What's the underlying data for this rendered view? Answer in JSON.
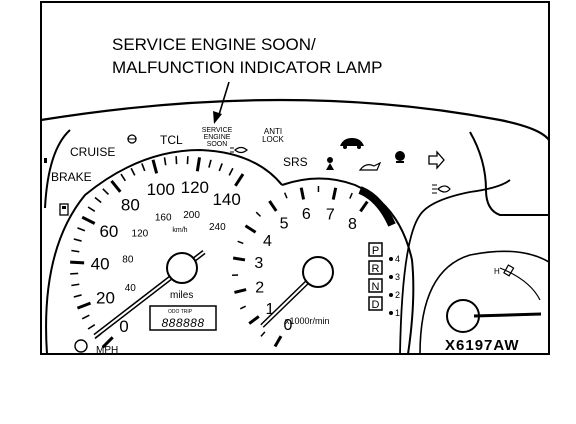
{
  "callout": {
    "line1": "SERVICE ENGINE SOON/",
    "line2": "MALFUNCTION INDICATOR LAMP"
  },
  "indicators": {
    "cruise": "CRUISE",
    "brake": "BRAKE",
    "tcl": "TCL",
    "service_engine_soon": [
      "SERVICE",
      "ENGINE",
      "SOON"
    ],
    "anti_lock": [
      "ANTI",
      "LOCK"
    ],
    "srs": "SRS"
  },
  "speedometer": {
    "mph_labels": [
      "0",
      "20",
      "40",
      "60",
      "80",
      "100",
      "120",
      "140"
    ],
    "kmh_labels": [
      "40",
      "80",
      "120",
      "160",
      "200",
      "240"
    ],
    "kmh_unit": "km/h",
    "miles_label": "miles",
    "odometer_mode": "ODO TRIP",
    "odometer_value": "888888",
    "unit": "MPH"
  },
  "tachometer": {
    "labels": [
      "0",
      "1",
      "2",
      "3",
      "4",
      "5",
      "6",
      "7",
      "8"
    ],
    "unit": "x1000r/min"
  },
  "gear_indicator": {
    "letters": [
      "P",
      "R",
      "N",
      "D"
    ],
    "numbers": [
      "4",
      "3",
      "2",
      "1"
    ]
  },
  "temp_gauge": {
    "hot_label": "H"
  },
  "figure_id": "X6197AW"
}
